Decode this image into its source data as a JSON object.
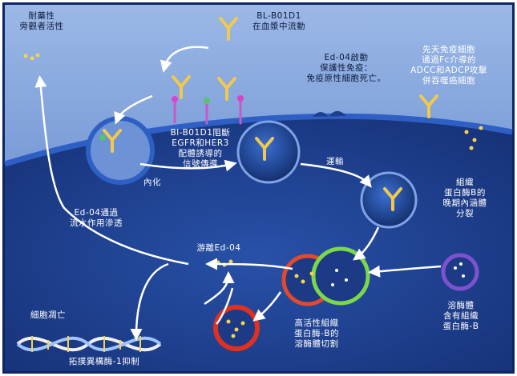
{
  "colors": {
    "background": "#1a3c8c",
    "cell_interior": "#16307a",
    "membrane": "#2c57b5",
    "extracellular": "#6f96d6",
    "arrow": "#ffffff",
    "lysosome_ring": "#d63a2a",
    "green_ring": "#6ad83c",
    "purple_ring": "#7a4fc4",
    "payload_dot": "#f4d44c"
  },
  "labels": {
    "bystander": "耐藥性\n旁觀者活性",
    "bl_b01d1": "BL-B01D1\n在血漿中流動",
    "ed04_immunity": "Ed-04啟動\n保護性免疫：\n免疫原性細胞死亡。",
    "innate_immune": "先天免疫細胞\n通過Fc介導的\nADCC和ADCP攻擊\n併吞噬癌細胞",
    "blocking": "Bl-B01D1阻斷\nEGFR和HER3\n配體誘導的\n信號傳導",
    "internalization": "內化",
    "transport": "運輸",
    "cathepsin_late": "組織\n蛋白酶B的\n晚期內涵體\n分裂",
    "passive_diffusion": "Ed-04通過\n流水作用滲透",
    "free_ed04": "游離Ed-04",
    "apoptosis": "細胞凋亡",
    "topo_inhibition": "拓撲異構酶-1抑制",
    "lysosome_cleavage": "高活性組織\n蛋白酶-B的\n溶酶體切割",
    "lysosome_contains": "溶酶體\n含有組織\n蛋白酶-B"
  },
  "icons": [
    "antibody-drug-conjugate-icon",
    "endosome-icon",
    "lysosome-icon",
    "dna-helix-icon",
    "immune-cell-icon"
  ]
}
